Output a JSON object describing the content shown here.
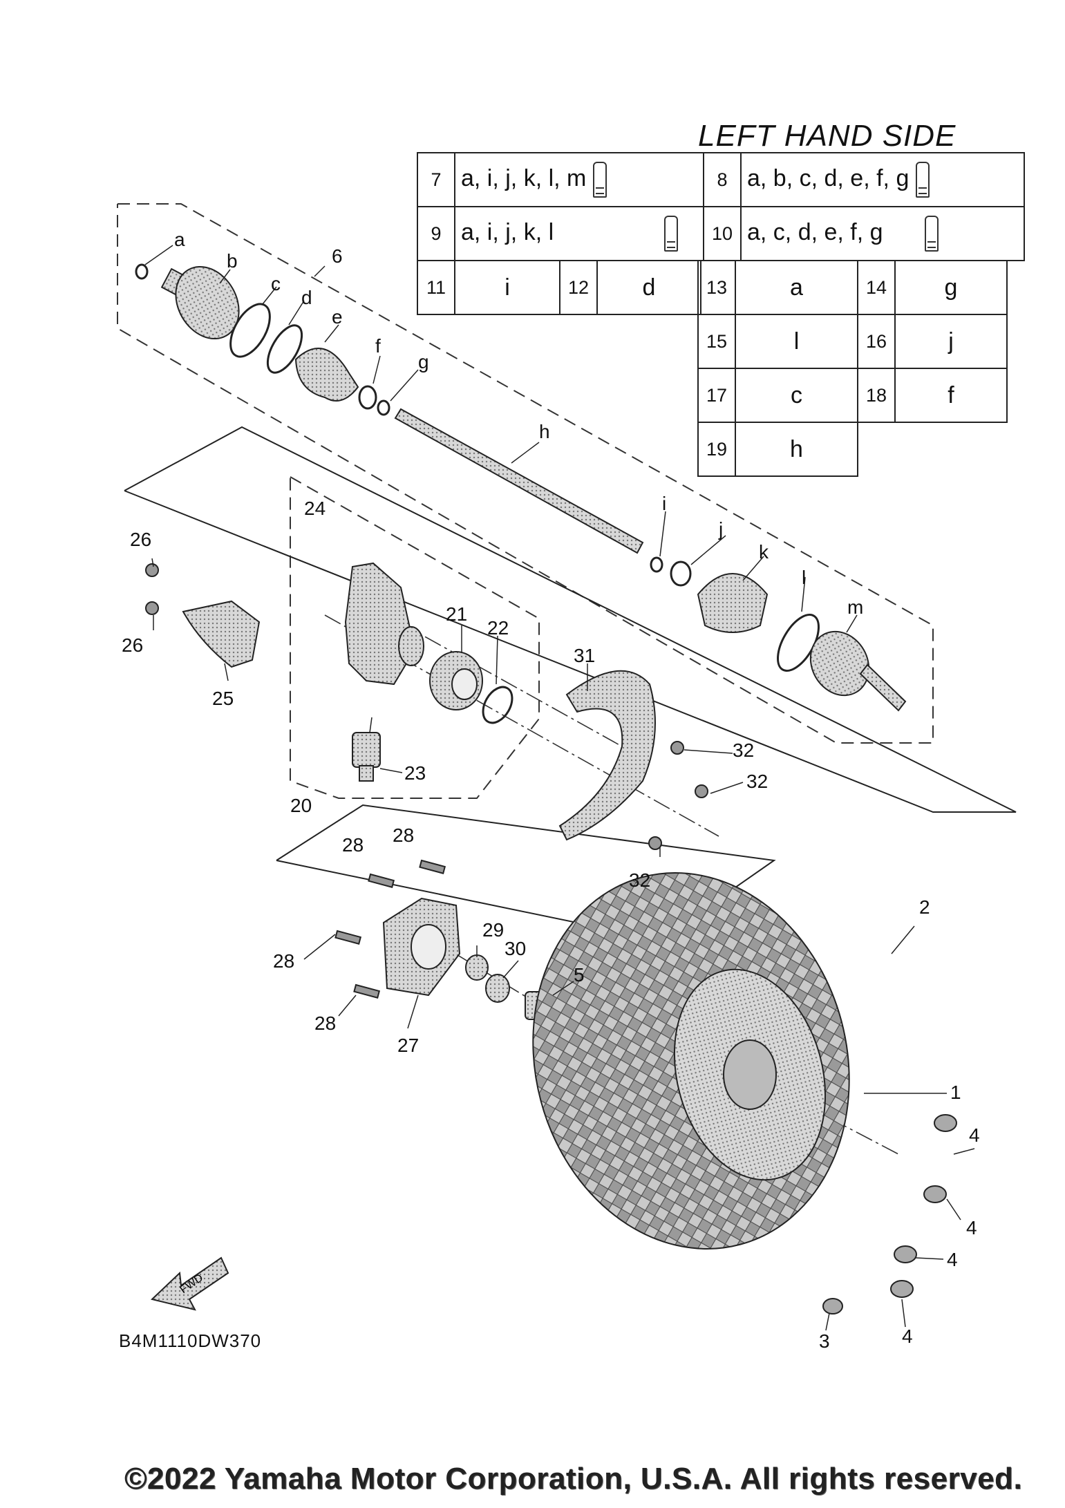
{
  "header": {
    "title": "LEFT HAND SIDE"
  },
  "table": {
    "rows_top": [
      {
        "a_num": "7",
        "a_refs": "a, i, j, k, l, m",
        "b_num": "8",
        "b_refs": "a, b, c, d, e, f, g"
      },
      {
        "a_num": "9",
        "a_refs": "a, i, j, k, l",
        "b_num": "10",
        "b_refs": "a, c, d, e, f, g"
      }
    ],
    "cells": [
      {
        "num": "11",
        "val": "i"
      },
      {
        "num": "12",
        "val": "d"
      },
      {
        "num": "13",
        "val": "a"
      },
      {
        "num": "14",
        "val": "g"
      },
      {
        "num": "15",
        "val": "l"
      },
      {
        "num": "16",
        "val": "j"
      },
      {
        "num": "17",
        "val": "c"
      },
      {
        "num": "18",
        "val": "f"
      },
      {
        "num": "19",
        "val": "h"
      }
    ]
  },
  "callouts": {
    "letters": [
      "a",
      "b",
      "c",
      "d",
      "e",
      "f",
      "g",
      "h",
      "i",
      "j",
      "k",
      "l",
      "m"
    ],
    "numbers": [
      "1",
      "2",
      "3",
      "4",
      "4",
      "4",
      "4",
      "5",
      "6",
      "20",
      "21",
      "22",
      "23",
      "24",
      "25",
      "26",
      "26",
      "27",
      "28",
      "28",
      "28",
      "28",
      "29",
      "30",
      "31",
      "32",
      "32",
      "32"
    ]
  },
  "footer": {
    "diagram_code": "B4M1110DW370",
    "fwd_label": "FWD",
    "copyright": "©2022 Yamaha Motor Corporation, U.S.A. All rights reserved."
  }
}
